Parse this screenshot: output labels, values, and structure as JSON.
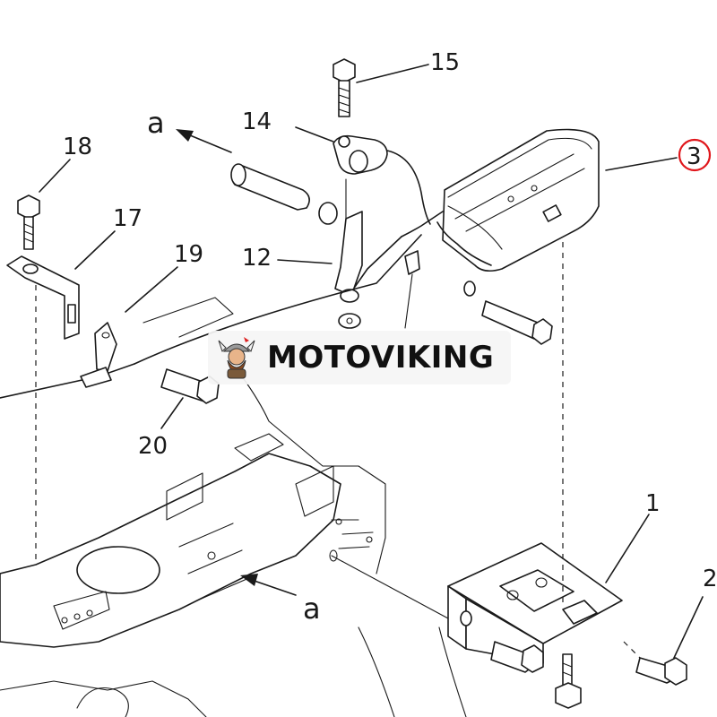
{
  "callouts": [
    {
      "id": "15",
      "text": "15"
    },
    {
      "id": "14",
      "text": "14"
    },
    {
      "id": "18",
      "text": "18"
    },
    {
      "id": "17",
      "text": "17"
    },
    {
      "id": "19",
      "text": "19"
    },
    {
      "id": "12",
      "text": "12"
    },
    {
      "id": "20",
      "text": "20"
    },
    {
      "id": "1",
      "text": "1"
    },
    {
      "id": "2",
      "text": "2"
    },
    {
      "id": "3",
      "text": "3"
    }
  ],
  "view_markers": [
    {
      "id": "a-top",
      "text": "a"
    },
    {
      "id": "a-bottom",
      "text": "a"
    }
  ],
  "highlight": {
    "callout": "3",
    "color": "#e0161b"
  },
  "watermark": {
    "text": "MOTOVIKING"
  }
}
